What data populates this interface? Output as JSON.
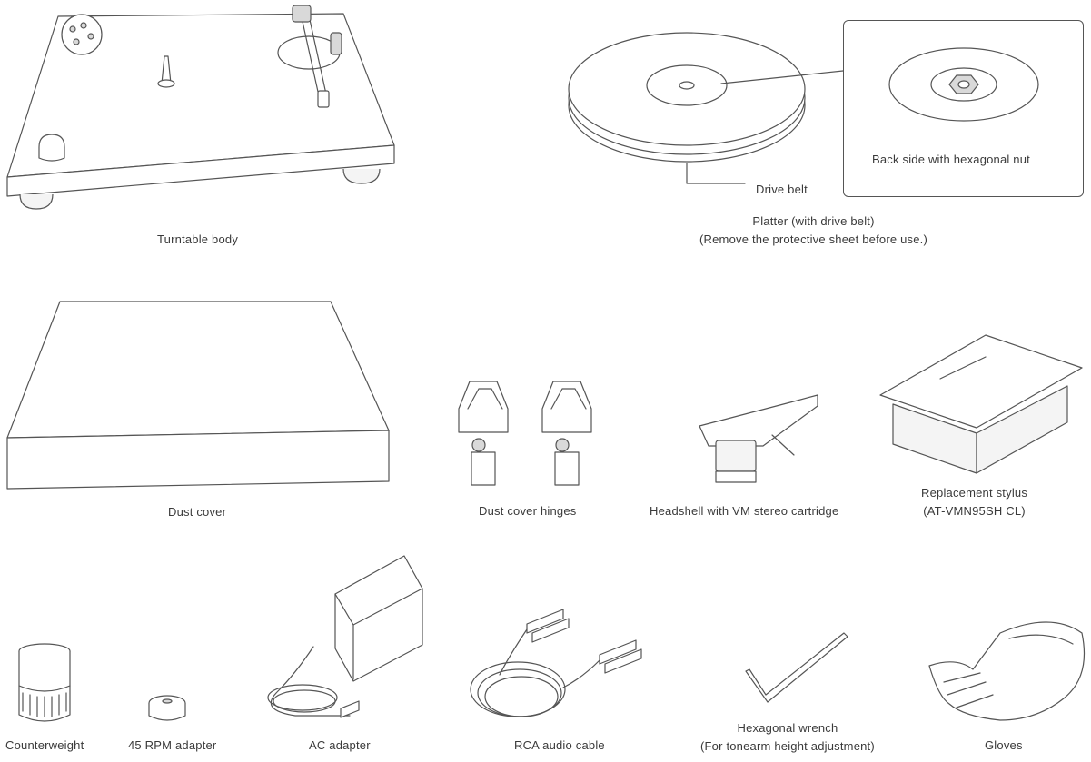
{
  "items": {
    "turntable_body": "Turntable body",
    "platter_line1": "Platter (with drive belt)",
    "platter_line2": "(Remove the protective sheet before use.)",
    "drive_belt": "Drive belt",
    "back_side": "Back side with hexagonal nut",
    "dust_cover": "Dust cover",
    "dust_cover_hinges": "Dust cover hinges",
    "headshell": "Headshell with VM stereo cartridge",
    "stylus_line1": "Replacement stylus",
    "stylus_line2": "(AT-VMN95SH CL)",
    "counterweight": "Counterweight",
    "rpm_adapter": "45 RPM adapter",
    "ac_adapter": "AC adapter",
    "rca_cable": "RCA audio cable",
    "wrench_line1": "Hexagonal wrench",
    "wrench_line2": "(For tonearm height adjustment)",
    "gloves": "Gloves"
  }
}
